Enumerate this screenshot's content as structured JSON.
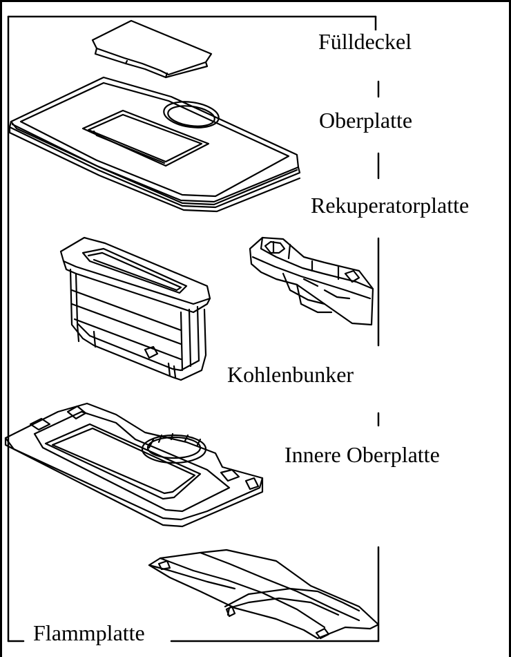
{
  "labels": {
    "fuelldeckel": "Fülldeckel",
    "oberplatte": "Oberplatte",
    "rekuperatorplatte": "Rekuperatorplatte",
    "kohlenbunker": "Kohlenbunker",
    "innere_oberplatte": "Innere Oberplatte",
    "flammplatte": "Flammplatte"
  },
  "colors": {
    "line": "#000000",
    "background": "#ffffff"
  }
}
